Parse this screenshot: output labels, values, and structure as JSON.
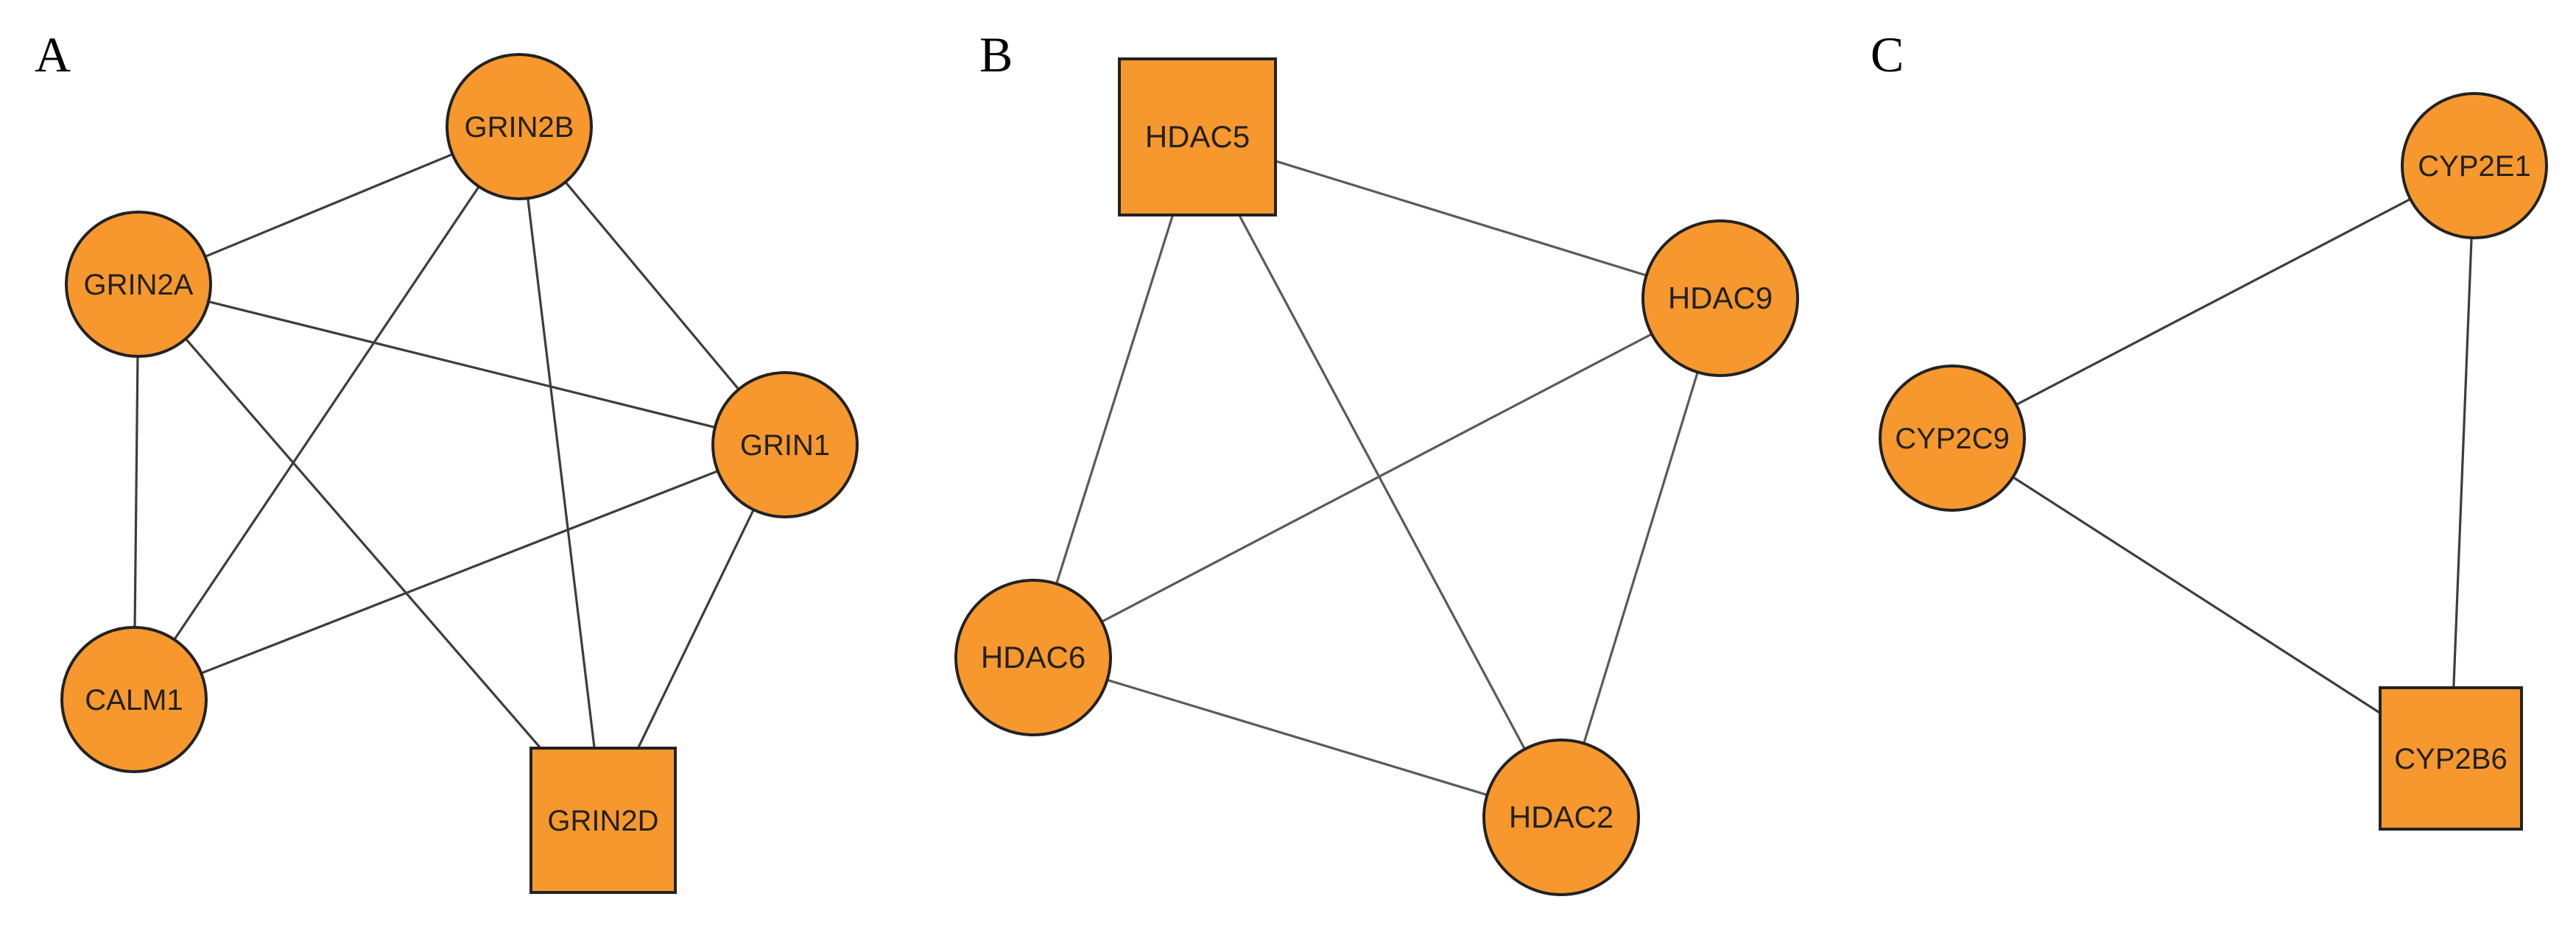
{
  "panels": [
    {
      "label": "A",
      "nodes": [
        {
          "id": "GRIN2B",
          "label": "GRIN2B",
          "shape": "circle"
        },
        {
          "id": "GRIN2A",
          "label": "GRIN2A",
          "shape": "circle"
        },
        {
          "id": "GRIN1",
          "label": "GRIN1",
          "shape": "circle"
        },
        {
          "id": "CALM1",
          "label": "CALM1",
          "shape": "circle"
        },
        {
          "id": "GRIN2D",
          "label": "GRIN2D",
          "shape": "square"
        }
      ],
      "edges": [
        [
          "GRIN2B",
          "GRIN2A"
        ],
        [
          "GRIN2B",
          "GRIN1"
        ],
        [
          "GRIN2B",
          "CALM1"
        ],
        [
          "GRIN2B",
          "GRIN2D"
        ],
        [
          "GRIN2A",
          "GRIN1"
        ],
        [
          "GRIN2A",
          "CALM1"
        ],
        [
          "GRIN2A",
          "GRIN2D"
        ],
        [
          "GRIN1",
          "CALM1"
        ],
        [
          "GRIN1",
          "GRIN2D"
        ]
      ]
    },
    {
      "label": "B",
      "nodes": [
        {
          "id": "HDAC5",
          "label": "HDAC5",
          "shape": "square"
        },
        {
          "id": "HDAC9",
          "label": "HDAC9",
          "shape": "circle"
        },
        {
          "id": "HDAC6",
          "label": "HDAC6",
          "shape": "circle"
        },
        {
          "id": "HDAC2",
          "label": "HDAC2",
          "shape": "circle"
        }
      ],
      "edges": [
        [
          "HDAC5",
          "HDAC9"
        ],
        [
          "HDAC5",
          "HDAC6"
        ],
        [
          "HDAC5",
          "HDAC2"
        ],
        [
          "HDAC9",
          "HDAC6"
        ],
        [
          "HDAC9",
          "HDAC2"
        ],
        [
          "HDAC6",
          "HDAC2"
        ]
      ]
    },
    {
      "label": "C",
      "nodes": [
        {
          "id": "CYP2E1",
          "label": "CYP2E1",
          "shape": "circle"
        },
        {
          "id": "CYP2C9",
          "label": "CYP2C9",
          "shape": "circle"
        },
        {
          "id": "CYP2B6",
          "label": "CYP2B6",
          "shape": "square"
        }
      ],
      "edges": [
        [
          "CYP2E1",
          "CYP2C9"
        ],
        [
          "CYP2E1",
          "CYP2B6"
        ],
        [
          "CYP2C9",
          "CYP2B6"
        ]
      ]
    }
  ],
  "colors": {
    "node_fill": "#f7982f",
    "node_stroke": "#222222",
    "edge": "#3d3d3d"
  }
}
